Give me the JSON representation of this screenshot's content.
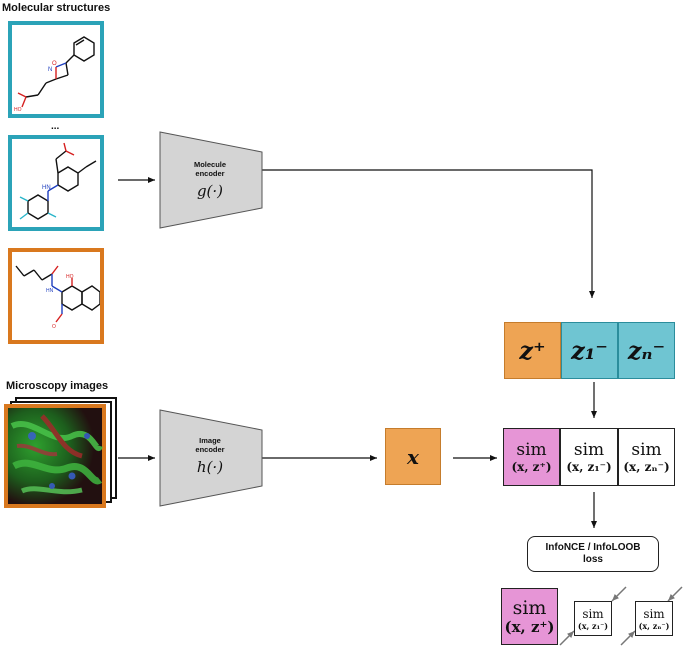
{
  "sections": {
    "molecular_title": "Molecular structures",
    "microscopy_title": "Microscopy images",
    "ellipsis": "..."
  },
  "encoders": {
    "molecule": {
      "label_line1": "Molecule",
      "label_line2": "encoder",
      "fn": "g(·)"
    },
    "image": {
      "label_line1": "Image",
      "label_line2": "encoder",
      "fn": "h(·)"
    }
  },
  "embeddings": {
    "z_pos": "z⁺",
    "z_neg_1": "z₁⁻",
    "z_neg_n": "zₙ⁻",
    "x": "x"
  },
  "similarities": {
    "word": "sim",
    "pos_args": "(x, z⁺)",
    "neg1_args": "(x, z₁⁻)",
    "negn_args": "(x, zₙ⁻)"
  },
  "loss": {
    "line1": "InfoNCE / InfoLOOB",
    "line2": "loss"
  },
  "colors": {
    "molecule_border": "#2ba3b8",
    "positive_border": "#d9781e",
    "positive_fill": "#eea454",
    "negative_fill": "#6fc5d2",
    "sim_positive_fill": "#e695d6",
    "encoder_fill": "#d4d4d4"
  }
}
